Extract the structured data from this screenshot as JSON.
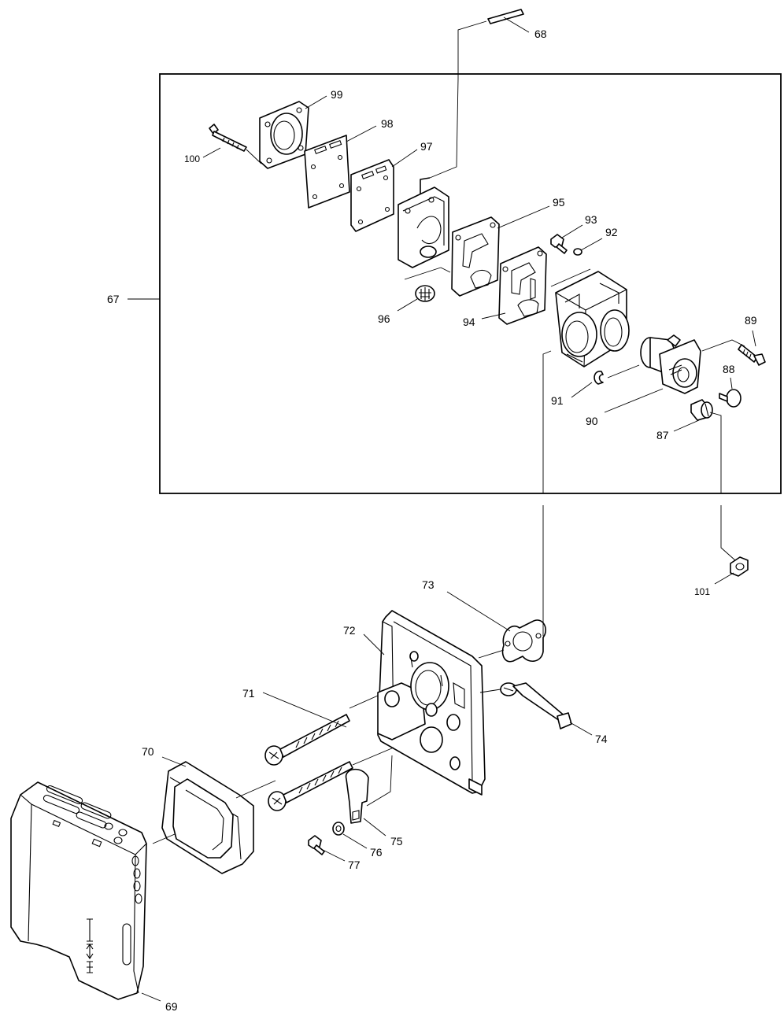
{
  "callouts": {
    "p67": "67",
    "p68": "68",
    "p69": "69",
    "p70": "70",
    "p71": "71",
    "p72": "72",
    "p73": "73",
    "p74": "74",
    "p75": "75",
    "p76": "76",
    "p77": "77",
    "p87": "87",
    "p88": "88",
    "p89": "89",
    "p90": "90",
    "p91": "91",
    "p92": "92",
    "p93": "93",
    "p94": "94",
    "p95": "95",
    "p96": "96",
    "p97": "97",
    "p98": "98",
    "p99": "99",
    "p100": "100",
    "p101": "101"
  }
}
